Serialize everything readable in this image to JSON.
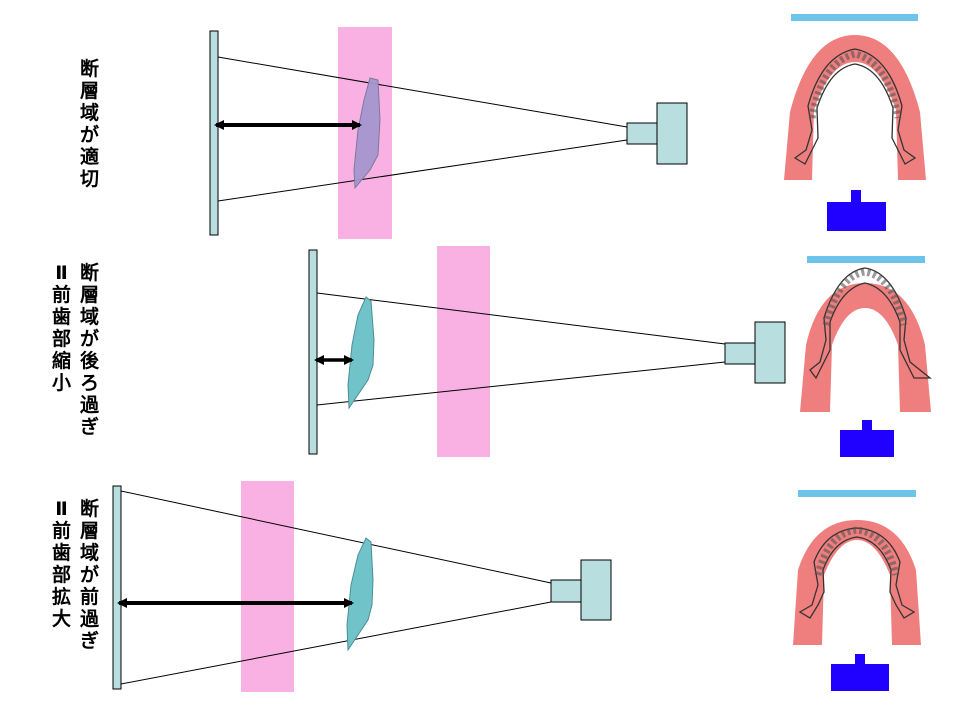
{
  "colors": {
    "detector": "#b9dedf",
    "focal_layer": "#f9b1e3",
    "tooth_in": "#a796cf",
    "tooth_out": "#70c3c9",
    "arch": "#ef7e7e",
    "source_box": "#b9dedf",
    "bite_block": "#2000ff",
    "bar": "#6cc4ea"
  },
  "panels": [
    {
      "label_lines": [
        "断",
        "層",
        "域",
        "が",
        "適",
        "切"
      ],
      "note_lines": []
    },
    {
      "label_lines": [
        "断",
        "層",
        "域",
        "が",
        "後",
        "ろ",
        "過",
        "ぎ"
      ],
      "note_lines": [
        "Ⅱ",
        "前",
        "歯",
        "部",
        "縮",
        "小"
      ]
    },
    {
      "label_lines": [
        "断",
        "層",
        "域",
        "が",
        "前",
        "過",
        "ぎ"
      ],
      "note_lines": [
        "Ⅱ",
        "前",
        "歯",
        "部",
        "拡",
        "大"
      ]
    }
  ]
}
